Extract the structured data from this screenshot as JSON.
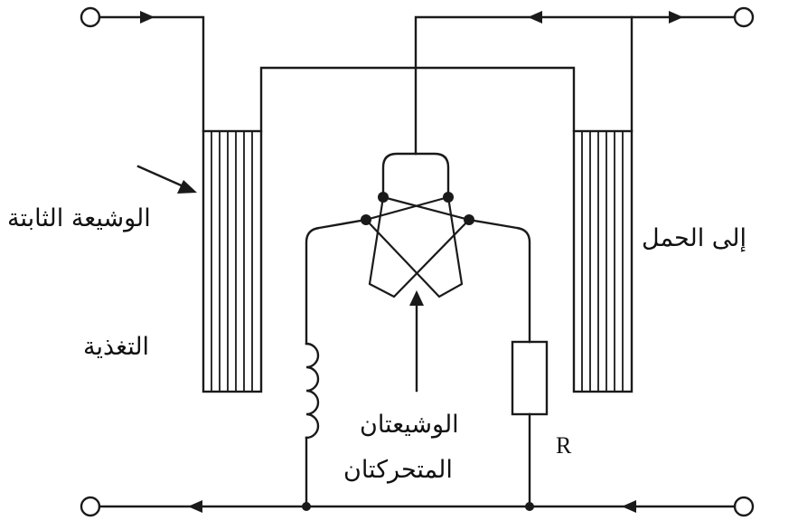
{
  "labels": {
    "stationary_coil": "الوشيعة الثابتة",
    "supply": "التغذية",
    "moving_coils_line1": "الوشيعتان",
    "moving_coils_line2": "المتحركتان",
    "to_load": "إلى الحمل",
    "resistor": "R"
  },
  "colors": {
    "wire": "#1a1a1a",
    "background": "#ffffff"
  }
}
